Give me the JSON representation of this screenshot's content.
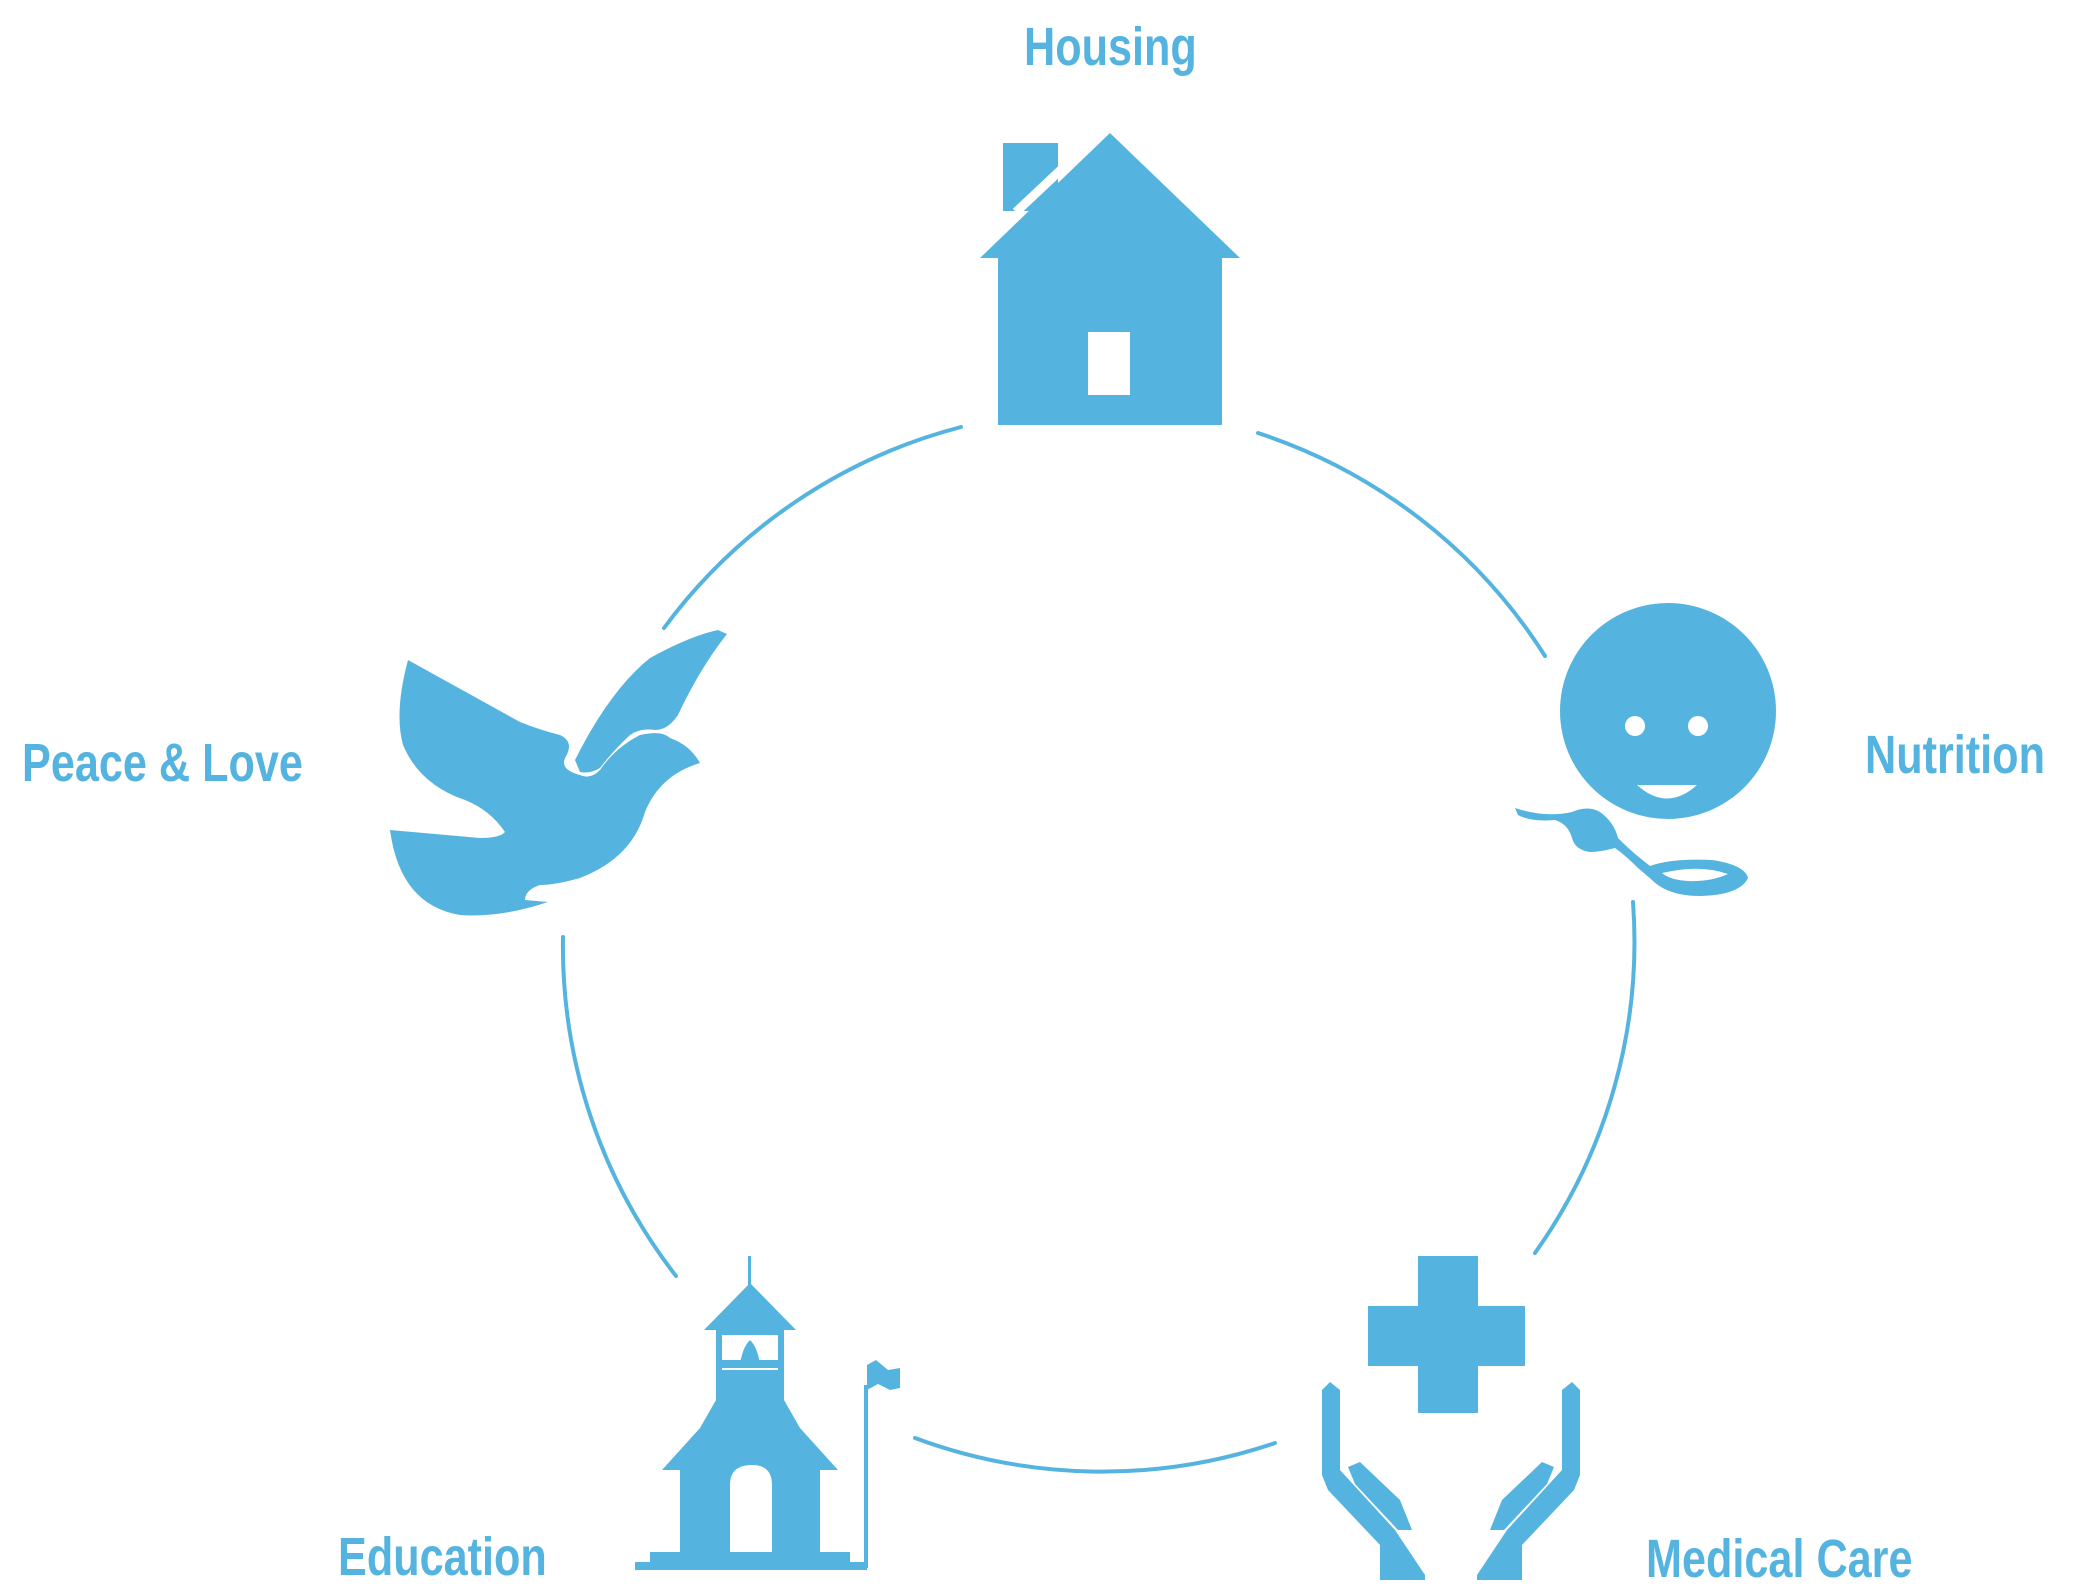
{
  "diagram": {
    "accent_color": "#55b4df",
    "nodes": [
      {
        "id": "housing",
        "label": "Housing",
        "icon": "house-icon"
      },
      {
        "id": "nutrition",
        "label": "Nutrition",
        "icon": "smiley-spoon-icon"
      },
      {
        "id": "medical",
        "label": "Medical Care",
        "icon": "medical-hands-icon"
      },
      {
        "id": "education",
        "label": "Education",
        "icon": "schoolhouse-icon"
      },
      {
        "id": "peace",
        "label": "Peace & Love",
        "icon": "dove-icon"
      }
    ]
  }
}
